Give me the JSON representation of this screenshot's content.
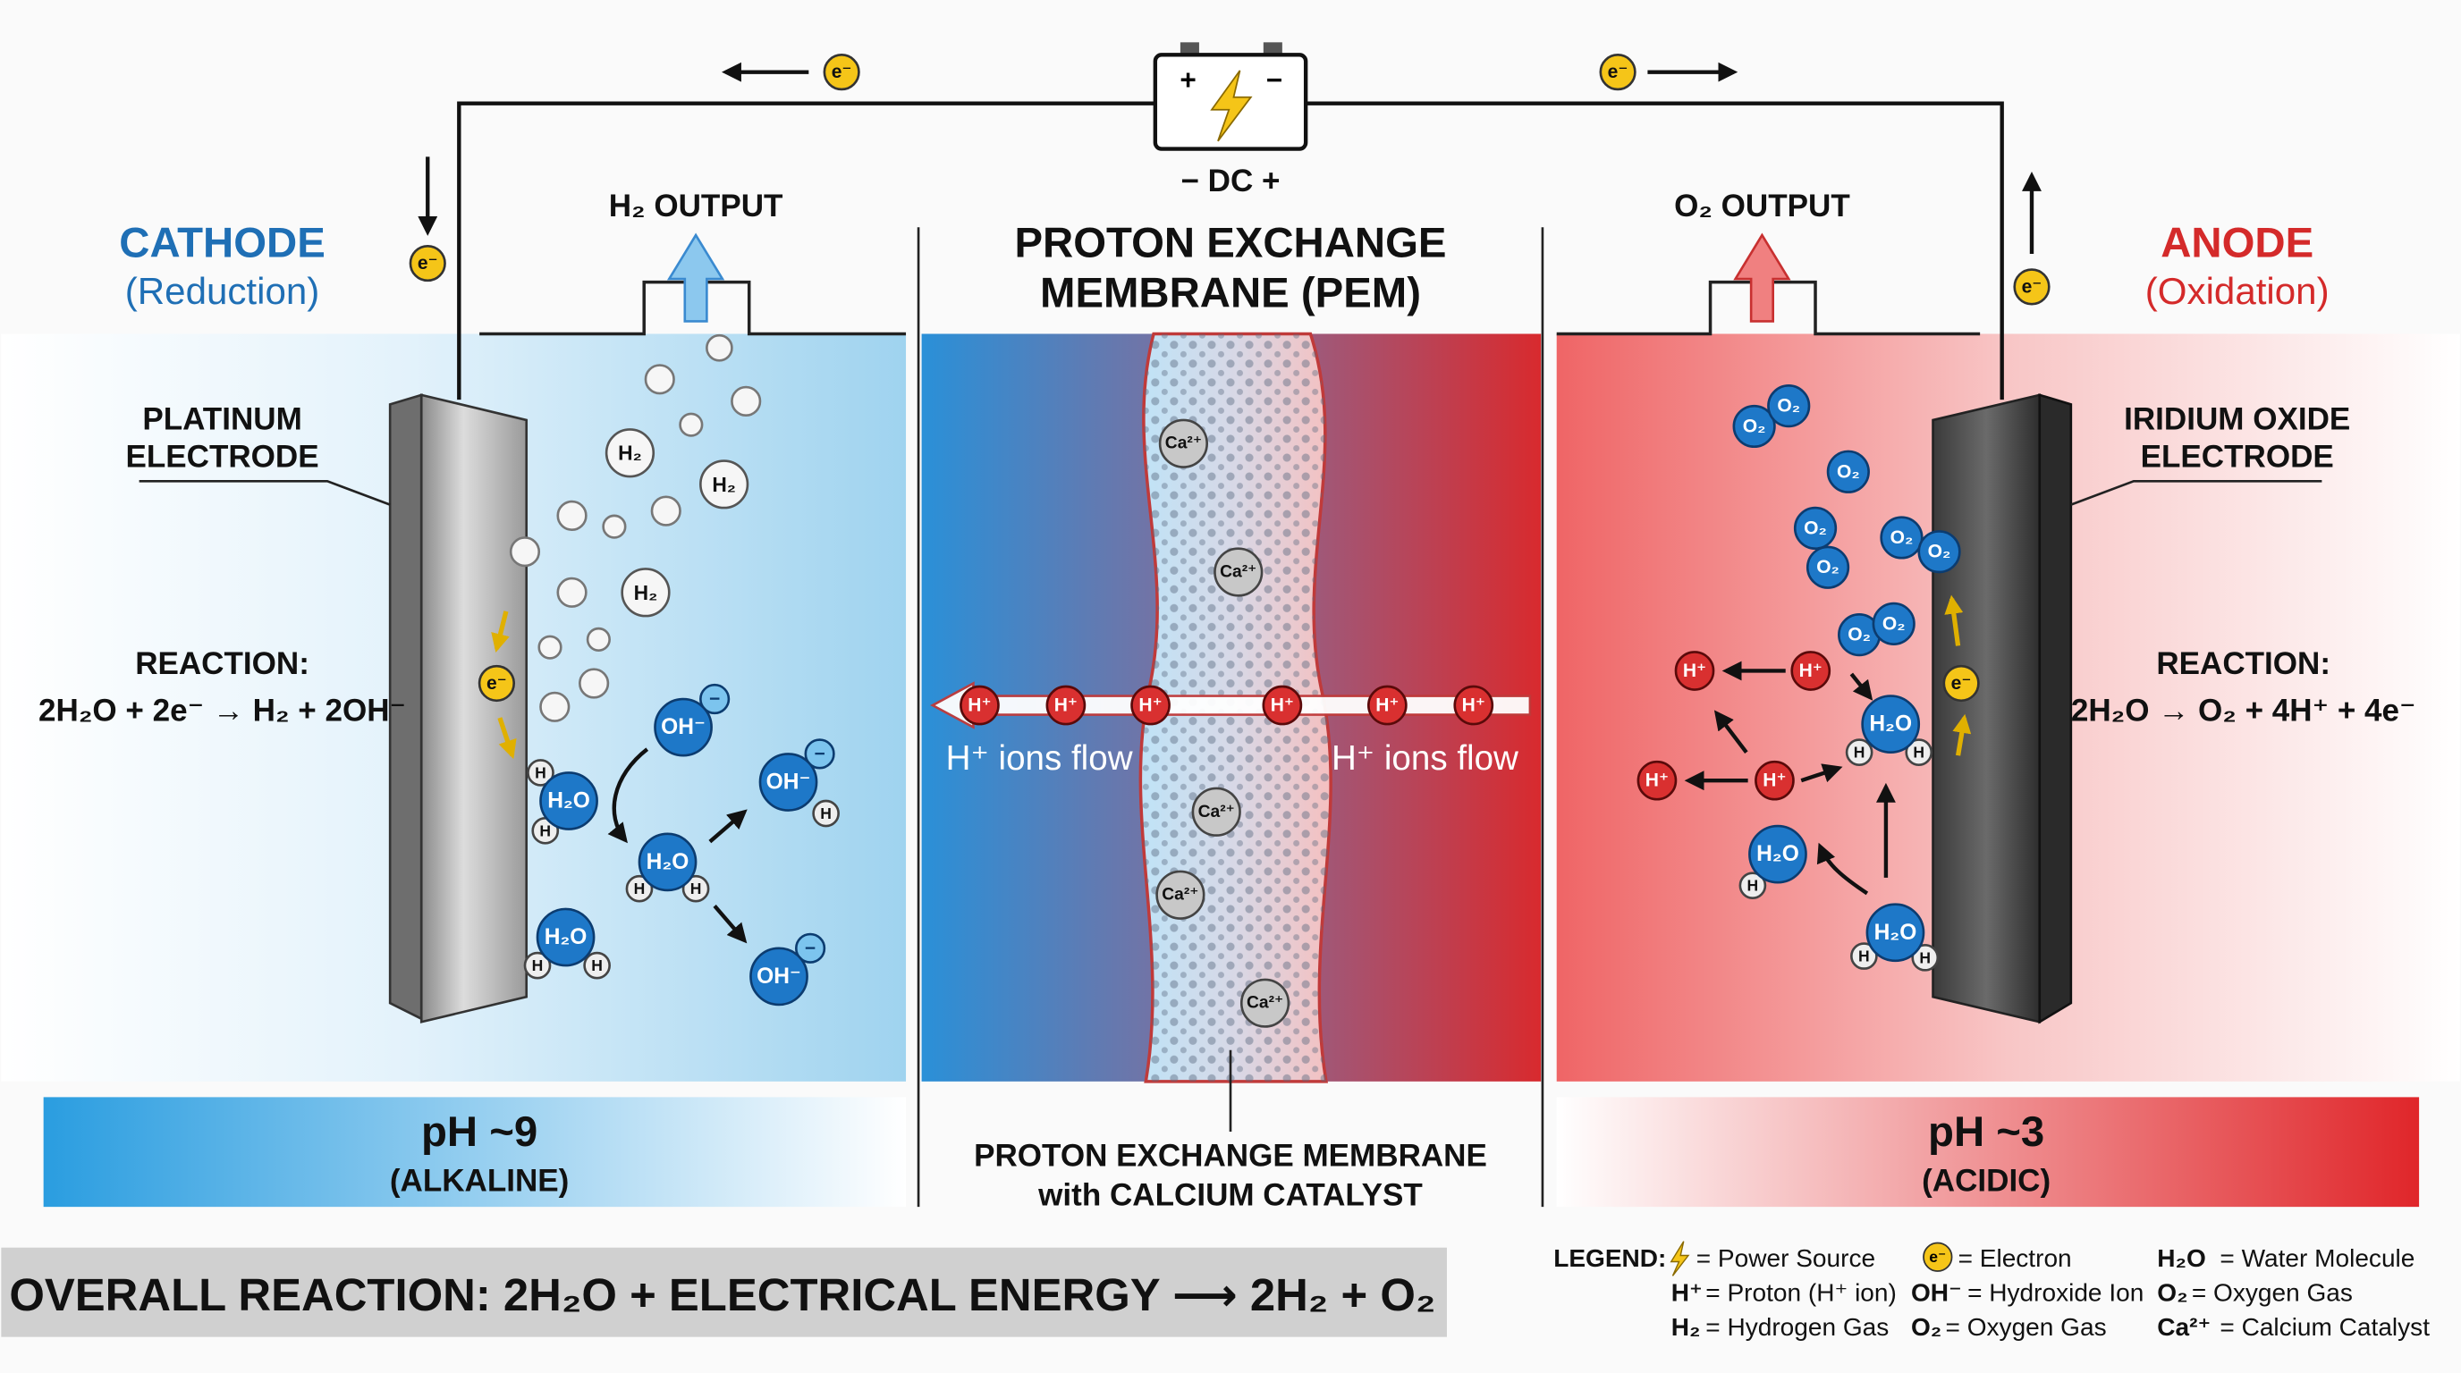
{
  "battery": {
    "plus": "+",
    "minus": "−",
    "label": "− DC +"
  },
  "electron": "e⁻",
  "cathode": {
    "title": "CATHODE",
    "subtitle": "(Reduction)",
    "output": "H₂ OUTPUT",
    "electrode_line1": "PLATINUM",
    "electrode_line2": "ELECTRODE",
    "reaction_label": "REACTION:",
    "reaction": "2H₂O + 2e⁻ → H₂ + 2OH⁻",
    "ph": "pH ~9",
    "ph_desc": "(ALKALINE)"
  },
  "membrane": {
    "title_line1": "PROTON EXCHANGE",
    "title_line2": "MEMBRANE (PEM)",
    "flow_left": "H⁺ ions flow",
    "flow_right": "H⁺ ions flow",
    "caption_line1": "PROTON EXCHANGE MEMBRANE",
    "caption_line2": "with CALCIUM CATALYST"
  },
  "anode": {
    "title": "ANODE",
    "subtitle": "(Oxidation)",
    "output": "O₂ OUTPUT",
    "electrode_line1": "IRIDIUM OXIDE",
    "electrode_line2": "ELECTRODE",
    "reaction_label": "REACTION:",
    "reaction": "2H₂O → O₂ + 4H⁺ + 4e⁻",
    "ph": "pH ~3",
    "ph_desc": "(ACIDIC)"
  },
  "molecules": {
    "h2": "H₂",
    "h2o": "H₂O",
    "oh": "OH⁻",
    "o2": "O₂",
    "hplus": "H⁺",
    "ca": "Ca²⁺",
    "h": "H",
    "neg": "−"
  },
  "overall": "OVERALL REACTION: 2H₂O + ELECTRICAL ENERGY ⟶ 2H₂ + O₂",
  "legend": {
    "title": "LEGEND:",
    "items": [
      {
        "symbol": "⚡",
        "text": "= Power Source"
      },
      {
        "symbol": "e⁻",
        "text": "= Electron"
      },
      {
        "symbol": "H₂O",
        "text": "= Water Molecule"
      },
      {
        "symbol": "H⁺",
        "text": "= Proton (H⁺ ion)"
      },
      {
        "symbol": "OH⁻",
        "text": "= Hydroxide Ion"
      },
      {
        "symbol": "O₂",
        "text": "= Oxygen Gas"
      },
      {
        "symbol": "H₂",
        "text": "= Hydrogen Gas"
      },
      {
        "symbol": "O₂",
        "text": "= Oxygen Gas"
      },
      {
        "symbol": "Ca²⁺",
        "text": "= Calcium Catalyst"
      }
    ]
  },
  "colors": {
    "cathode_blue": "#1f6fb5",
    "anode_red": "#d42a2a",
    "electron_yellow": "#f5c518",
    "molecule_blue": "#1e78c8",
    "proton_red": "#d93030"
  }
}
